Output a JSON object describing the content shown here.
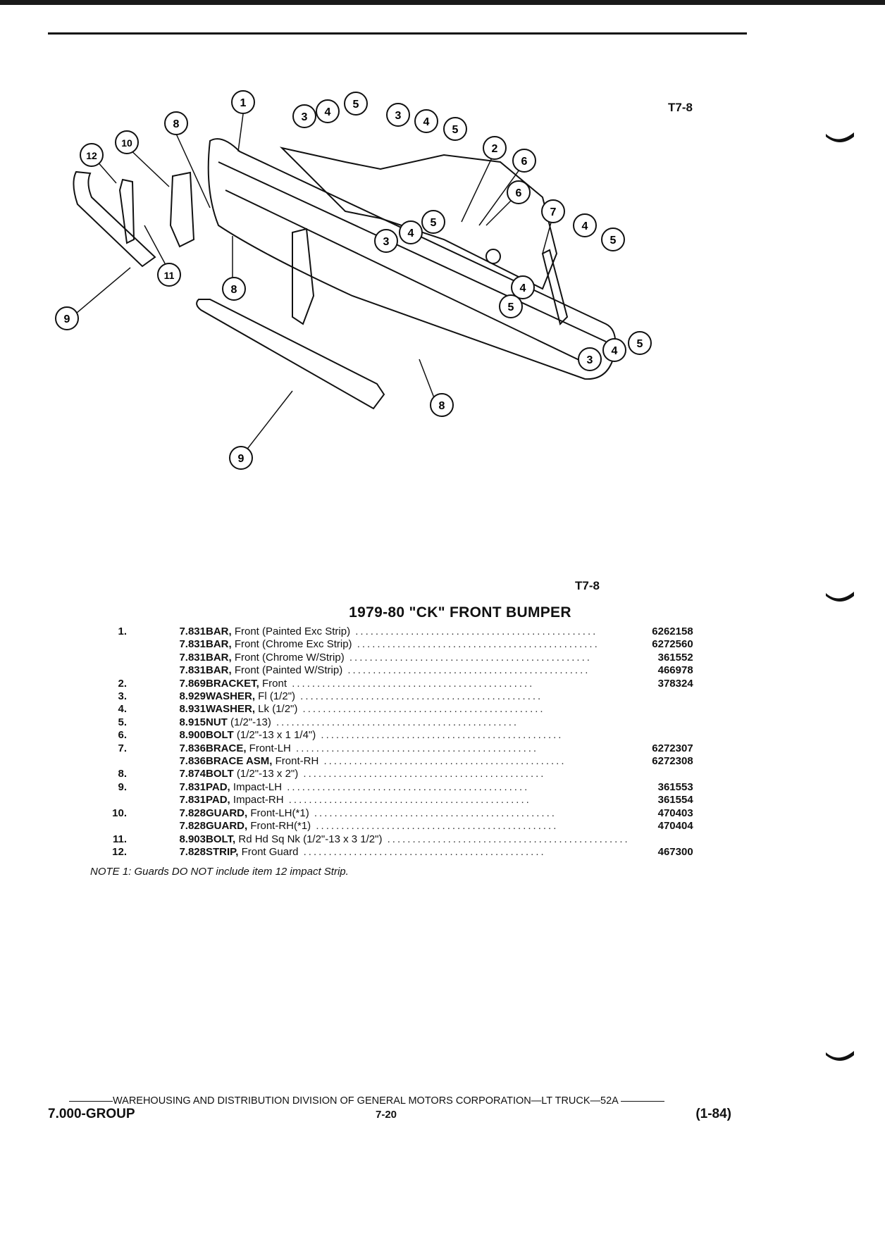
{
  "figure_ref": "T7-8",
  "title": "1979-80 \"CK\" FRONT BUMPER",
  "callouts": [
    "1",
    "2",
    "3",
    "4",
    "5",
    "6",
    "7",
    "8",
    "9",
    "10",
    "11",
    "12"
  ],
  "parts": [
    {
      "item": "1.",
      "group": "7.831",
      "name": "BAR,",
      "spec": " Front (Painted Exc Strip)",
      "part_no": "6262158"
    },
    {
      "item": "",
      "group": "7.831",
      "name": "BAR,",
      "spec": " Front (Chrome Exc Strip)",
      "part_no": "6272560"
    },
    {
      "item": "",
      "group": "7.831",
      "name": "BAR,",
      "spec": " Front (Chrome W/Strip)",
      "part_no": "361552"
    },
    {
      "item": "",
      "group": "7.831",
      "name": "BAR,",
      "spec": " Front (Painted W/Strip)",
      "part_no": "466978"
    },
    {
      "item": "2.",
      "group": "7.869",
      "name": "BRACKET,",
      "spec": " Front",
      "part_no": "378324"
    },
    {
      "item": "3.",
      "group": "8.929",
      "name": "WASHER,",
      "spec": " Fl (1/2\")",
      "part_no": ""
    },
    {
      "item": "4.",
      "group": "8.931",
      "name": "WASHER,",
      "spec": " Lk (1/2\")",
      "part_no": ""
    },
    {
      "item": "5.",
      "group": "8.915",
      "name": "NUT",
      "spec": " (1/2\"-13)",
      "part_no": ""
    },
    {
      "item": "6.",
      "group": "8.900",
      "name": "BOLT",
      "spec": " (1/2\"-13 x 1 1/4\")",
      "part_no": ""
    },
    {
      "item": "7.",
      "group": "7.836",
      "name": "BRACE,",
      "spec": " Front-LH",
      "part_no": "6272307"
    },
    {
      "item": "",
      "group": "7.836",
      "name": "BRACE ASM,",
      "spec": " Front-RH",
      "part_no": "6272308"
    },
    {
      "item": "8.",
      "group": "7.874",
      "name": "BOLT",
      "spec": " (1/2\"-13 x 2\")",
      "part_no": ""
    },
    {
      "item": "9.",
      "group": "7.831",
      "name": "PAD,",
      "spec": " Impact-LH",
      "part_no": "361553"
    },
    {
      "item": "",
      "group": "7.831",
      "name": "PAD,",
      "spec": " Impact-RH",
      "part_no": "361554"
    },
    {
      "item": "10.",
      "group": "7.828",
      "name": "GUARD,",
      "spec": " Front-LH(*1)",
      "part_no": "470403"
    },
    {
      "item": "",
      "group": "7.828",
      "name": "GUARD,",
      "spec": " Front-RH(*1)",
      "part_no": "470404"
    },
    {
      "item": "11.",
      "group": "8.903",
      "name": "BOLT,",
      "spec": " Rd Hd Sq Nk (1/2\"-13 x 3 1/2\")",
      "part_no": ""
    },
    {
      "item": "12.",
      "group": "7.828",
      "name": "STRIP,",
      "spec": " Front Guard",
      "part_no": "467300"
    }
  ],
  "note": "NOTE 1: Guards DO NOT include item 12 impact Strip.",
  "footer": {
    "org_line": "WAREHOUSING AND DISTRIBUTION DIVISION OF GENERAL MOTORS CORPORATION—LT TRUCK—52A",
    "group": "7.000-GROUP",
    "page": "7-20",
    "date": "(1-84)"
  }
}
